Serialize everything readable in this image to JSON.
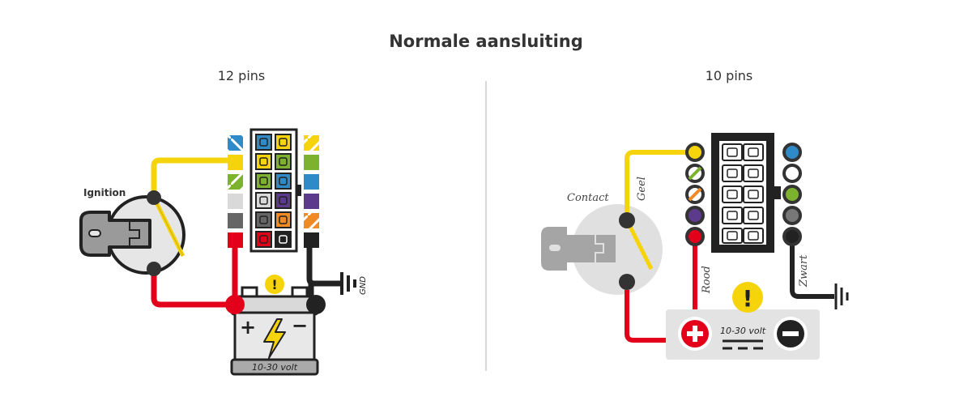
{
  "title": "Normale aansluiting",
  "left": {
    "subtitle": "12 pins",
    "ignition_label": "Ignition",
    "gnd_label": "GND",
    "battery_label": "10-30 volt",
    "battery_plus": "+",
    "battery_minus": "−",
    "warning_symbol": "!",
    "left_pins": [
      "blue-striped",
      "yellow",
      "green-striped",
      "lightgray",
      "darkgray",
      "red"
    ],
    "right_pins": [
      "yellow-striped",
      "green",
      "blue",
      "purple",
      "orange-striped",
      "black"
    ]
  },
  "right": {
    "subtitle": "10 pins",
    "contact_label": "Contact",
    "geel_label": "Geel",
    "rood_label": "Rood",
    "zwart_label": "Zwart",
    "battery_label": "10-30 volt",
    "warning_symbol": "!",
    "left_pins": [
      "yellow",
      "green-striped",
      "orange-striped",
      "purple",
      "red"
    ],
    "right_pins": [
      "blue",
      "white",
      "green",
      "darkgray",
      "black"
    ]
  },
  "colors": {
    "yellow": "#f6d40b",
    "red": "#e2001a",
    "black": "#222222",
    "blue": "#2f8ac8",
    "green": "#7db22f",
    "purple": "#5c3a8c",
    "orange": "#f08a24",
    "lightgray": "#d9d9d9",
    "darkgray": "#666666",
    "divider": "#cccccc"
  }
}
